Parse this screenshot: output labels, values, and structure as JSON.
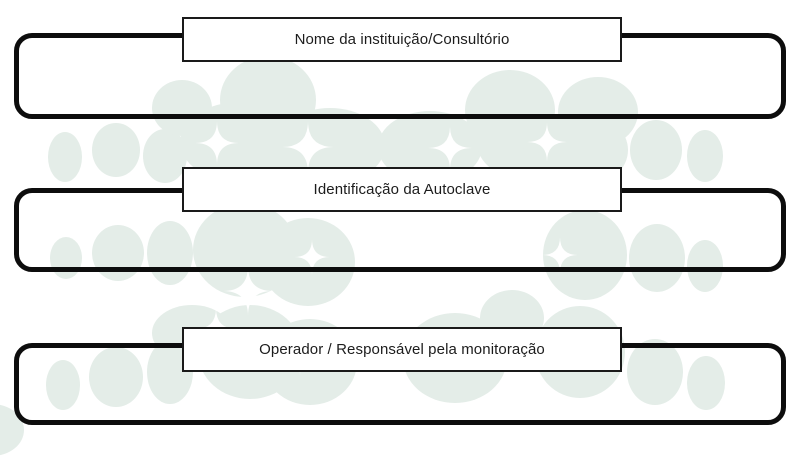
{
  "page": {
    "background_color": "#ffffff",
    "type_hint": "form-template-sheet"
  },
  "styles": {
    "box_border_color": "#0d0d0d",
    "label_border_color": "#1a1a1a",
    "text_color": "#1c1c1c"
  },
  "sections": [
    {
      "id": "institution",
      "label": "Nome da instituição/Consultório"
    },
    {
      "id": "autoclave",
      "label": "Identificação da Autoclave"
    },
    {
      "id": "operator",
      "label": "Operador / Responsável pela monitoração"
    }
  ],
  "watermark": {
    "color": "#e4ede8",
    "star_color": "#ffffff",
    "ellipses": [
      [
        65,
        157,
        17,
        25
      ],
      [
        116,
        150,
        24,
        27
      ],
      [
        165,
        156,
        22,
        27
      ],
      [
        182,
        108,
        30,
        28
      ],
      [
        268,
        100,
        48,
        44
      ],
      [
        240,
        142,
        60,
        40
      ],
      [
        330,
        146,
        55,
        38
      ],
      [
        430,
        147,
        52,
        36
      ],
      [
        525,
        143,
        48,
        36
      ],
      [
        510,
        110,
        45,
        40
      ],
      [
        598,
        112,
        40,
        35
      ],
      [
        590,
        150,
        38,
        34
      ],
      [
        656,
        150,
        26,
        30
      ],
      [
        705,
        156,
        18,
        26
      ],
      [
        66,
        258,
        16,
        21
      ],
      [
        118,
        253,
        26,
        28
      ],
      [
        170,
        253,
        23,
        32
      ],
      [
        245,
        250,
        52,
        47
      ],
      [
        308,
        262,
        47,
        44
      ],
      [
        585,
        255,
        42,
        45
      ],
      [
        657,
        258,
        28,
        34
      ],
      [
        705,
        266,
        18,
        26
      ],
      [
        63,
        385,
        17,
        25
      ],
      [
        116,
        377,
        27,
        30
      ],
      [
        170,
        372,
        23,
        32
      ],
      [
        192,
        333,
        40,
        28
      ],
      [
        250,
        352,
        52,
        47
      ],
      [
        310,
        362,
        47,
        43
      ],
      [
        455,
        358,
        52,
        45
      ],
      [
        512,
        318,
        32,
        28
      ],
      [
        580,
        352,
        45,
        46
      ],
      [
        655,
        372,
        28,
        33
      ],
      [
        706,
        383,
        19,
        27
      ],
      [
        -8,
        430,
        32,
        26
      ]
    ],
    "stars": [
      [
        217,
        143,
        22
      ],
      [
        308,
        147,
        26
      ],
      [
        450,
        148,
        22
      ],
      [
        547,
        142,
        20
      ],
      [
        248,
        291,
        25
      ],
      [
        312,
        257,
        18
      ],
      [
        560,
        255,
        18
      ],
      [
        216,
        329,
        21
      ],
      [
        300,
        354,
        22
      ],
      [
        558,
        350,
        18
      ]
    ]
  }
}
